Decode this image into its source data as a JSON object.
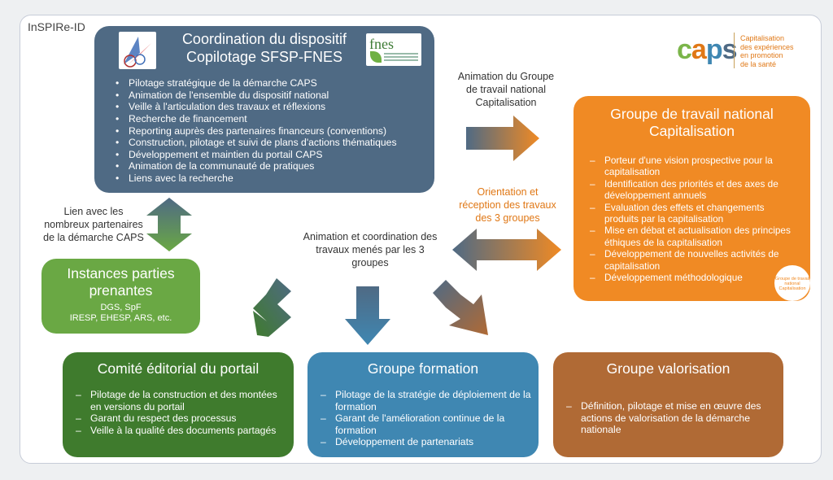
{
  "brand": "InSPIRe-ID",
  "caps_logo": {
    "word": "caps",
    "tagline": [
      "Capitalisation",
      "des expériences",
      "en promotion",
      "de la santé"
    ]
  },
  "coordination": {
    "title_line1": "Coordination du dispositif",
    "title_line2": "Copilotage SFSP-FNES",
    "fnes_logo_text": "fnes",
    "items": [
      "Pilotage stratégique de la démarche CAPS",
      "Animation de l'ensemble du dispositif national",
      "Veille à l'articulation des travaux et réflexions",
      "Recherche de financement",
      "Reporting auprès des partenaires financeurs (conventions)",
      "Construction, pilotage et suivi de plans d'actions thématiques",
      "Développement et maintien du portail CAPS",
      "Animation de la communauté de pratiques",
      "Liens avec la recherche"
    ]
  },
  "gtn": {
    "title_line1": "Groupe de travail national",
    "title_line2": "Capitalisation",
    "items": [
      "Porteur d'une vision prospective pour la capitalisation",
      "Identification des priorités et des axes de développement annuels",
      "Evaluation des effets et changements produits par la capitalisation",
      "Mise en débat et actualisation des principes éthiques de la capitalisation",
      "Développement de nouvelles activités de capitalisation",
      "Développement méthodologique"
    ],
    "stamp_text": "Groupe de travail national Capitalisation"
  },
  "instances": {
    "title_line1": "Instances parties",
    "title_line2": "prenantes",
    "sub_line1": "DGS, SpF",
    "sub_line2": "IRESP, EHESP, ARS, etc."
  },
  "comite": {
    "title": "Comité éditorial du portail",
    "items": [
      "Pilotage de la construction et des montées en versions du portail",
      "Garant du respect des processus",
      "Veille à la qualité des documents partagés"
    ]
  },
  "formation": {
    "title": "Groupe formation",
    "items": [
      "Pilotage de la stratégie de déploiement de la formation",
      "Garant de l'amélioration continue de la formation",
      "Développement de partenariats"
    ]
  },
  "valorisation": {
    "title": "Groupe valorisation",
    "items": [
      "Définition, pilotage et mise en œuvre des actions de valorisation de la démarche nationale"
    ]
  },
  "notes": {
    "animation_gtn": [
      "Animation du Groupe",
      "de travail national",
      "Capitalisation"
    ],
    "lien": [
      "Lien avec les",
      "nombreux partenaires",
      "de la démarche CAPS"
    ],
    "orientation": [
      "Orientation et",
      "réception des travaux",
      "des 3 groupes"
    ],
    "animation_coord": [
      "Animation et coordination des",
      "travaux menés par les 3",
      "groupes"
    ]
  },
  "colors": {
    "coordination": "#4f6a84",
    "gtn": "#f08a24",
    "instances": "#6aa844",
    "comite": "#3f7b2d",
    "formation": "#3f87b2",
    "valorisation": "#b06a35"
  }
}
